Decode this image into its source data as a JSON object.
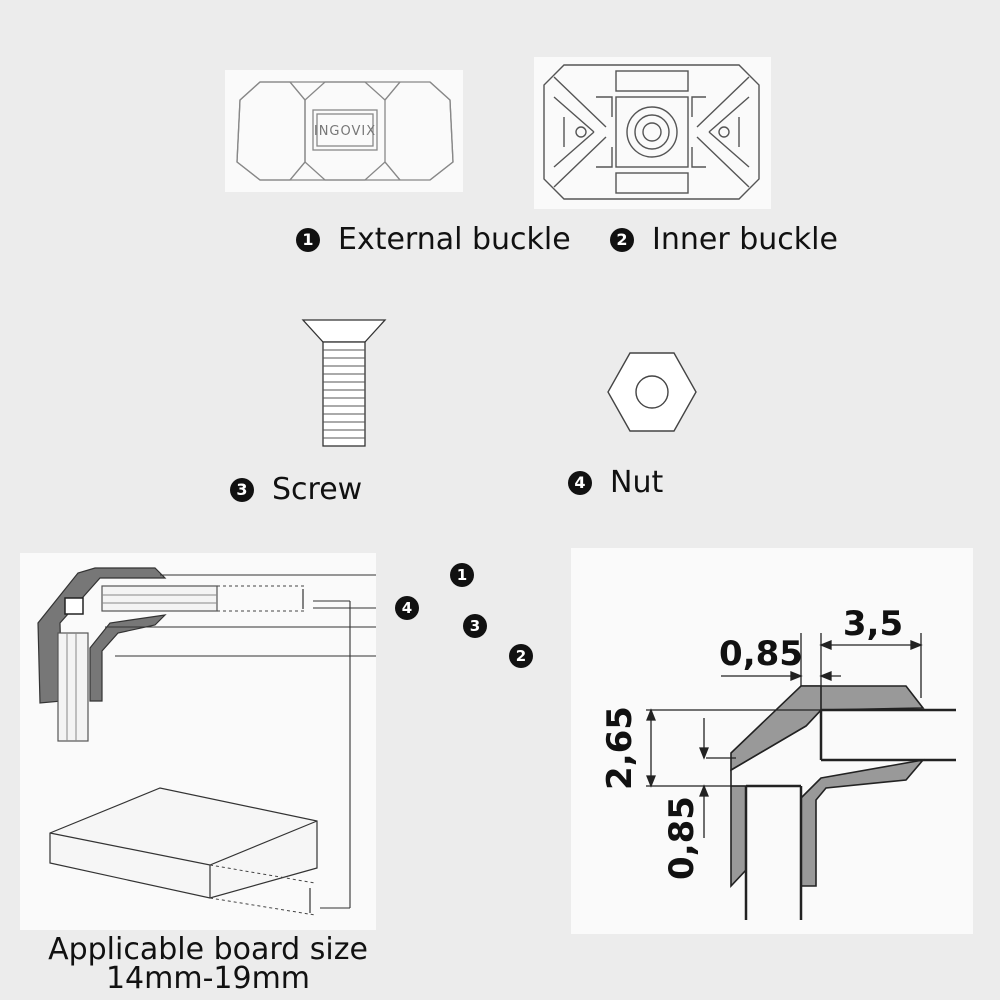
{
  "parts": {
    "p1": {
      "num": "1",
      "label": "External buckle",
      "logo": "INGOVIX"
    },
    "p2": {
      "num": "2",
      "label": "Inner buckle"
    },
    "p3": {
      "num": "3",
      "label": "Screw"
    },
    "p4": {
      "num": "4",
      "label": "Nut"
    }
  },
  "assembly": {
    "callouts": [
      "1",
      "4",
      "3",
      "2"
    ],
    "caption_line1": "Applicable board size",
    "caption_line2": "14mm-19mm"
  },
  "dimensions": {
    "top_left": "0,85",
    "top_right": "3,5",
    "left_top": "2,65",
    "left_bottom": "0,85"
  }
}
